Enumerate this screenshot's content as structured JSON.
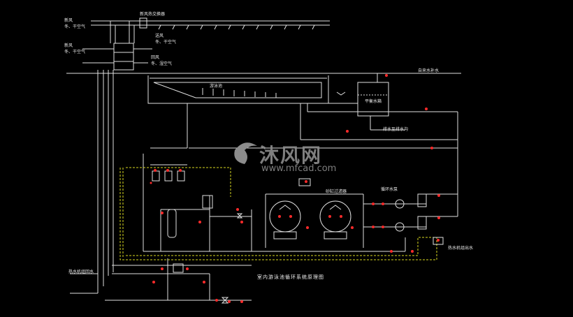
{
  "drawing": {
    "title": "室内游泳池循环系统原理图",
    "labels": {
      "fresh_air": "新风",
      "dry_air": "冬、干空气",
      "fresh_air_2": "新风",
      "dry_air_2": "冬、干空气",
      "supply_air": "送风",
      "dry_air_3": "冬、干空气",
      "return_air": "回风",
      "humid_air": "冬、湿空气",
      "heat_exchanger": "新风热交换器",
      "pool": "游泳池",
      "balance_tank": "平衡水箱",
      "supply_pipe": "自来水补水",
      "drain": "排水至排水沟",
      "filter_label": "砂缸过滤器",
      "pump_label": "循环水泵",
      "hot_water": "热水机组出水",
      "hot_return": "热水机组回水"
    }
  },
  "watermark": {
    "brand": "沐风网",
    "url": "www.mfcad.com"
  }
}
